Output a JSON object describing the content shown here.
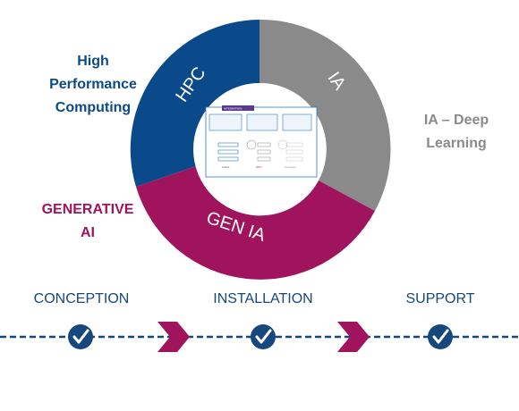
{
  "segments": {
    "hpc": {
      "ring_label": "HPC",
      "side_lines": [
        "High",
        "Performance",
        "Computing"
      ],
      "color": "#0b4a8a"
    },
    "ia": {
      "ring_label": "IA",
      "side_lines": [
        "IA – Deep",
        "Learning"
      ],
      "color": "#8a8a8a"
    },
    "gen": {
      "ring_label": "GEN IA",
      "side_lines": [
        "GENERATIVE",
        "AI"
      ],
      "color": "#a0145e"
    }
  },
  "center_diagram": {
    "header": "INTEGRATION",
    "columns": [
      "Calcul",
      "GPU",
      "Stockage"
    ]
  },
  "timeline": {
    "stages": [
      "CONCEPTION",
      "INSTALLATION",
      "SUPPORT"
    ],
    "line_color": "#16487e",
    "arrow_color": "#a0145e",
    "check_icon": "check-circle-icon"
  }
}
